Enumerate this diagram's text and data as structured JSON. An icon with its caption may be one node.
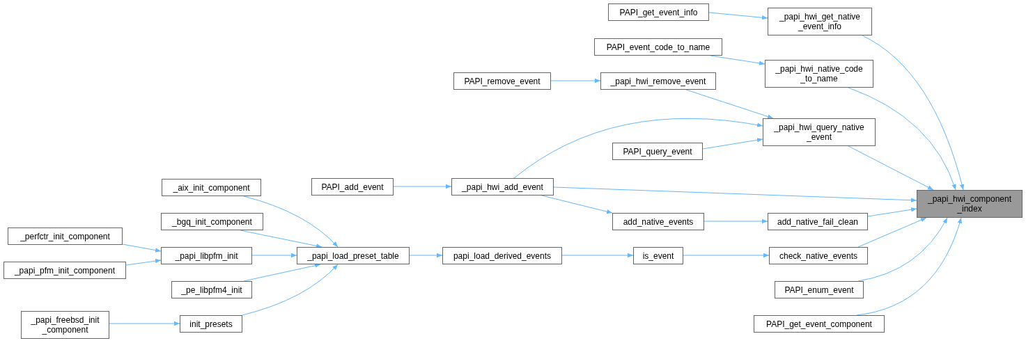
{
  "diagram": {
    "nodes": [
      {
        "text": [
          "_papi_hwi_component _index"
        ]
      },
      {
        "text": [
          "_papi_hwi_get_native _event_info"
        ]
      },
      {
        "text": [
          "_papi_hwi_native_code _to_name"
        ]
      },
      {
        "text": [
          "_papi_hwi_query_native _event"
        ]
      },
      {
        "text": [
          "_papi_hwi_add_event"
        ]
      },
      {
        "text": [
          "add_native_fail_clean"
        ]
      },
      {
        "text": [
          "check_native_events"
        ]
      },
      {
        "text": [
          "PAPI_enum_event"
        ]
      },
      {
        "text": [
          "PAPI_get_event_component"
        ]
      },
      {
        "text": [
          "PAPI_get_event_info"
        ]
      },
      {
        "text": [
          "PAPI_event_code_to_name"
        ]
      },
      {
        "text": [
          "_papi_hwi_remove_event"
        ]
      },
      {
        "text": [
          "PAPI_remove_event"
        ]
      },
      {
        "text": [
          "PAPI_query_event"
        ]
      },
      {
        "text": [
          "PAPI_add_event"
        ]
      },
      {
        "text": [
          "add_native_events"
        ]
      },
      {
        "text": [
          "is_event"
        ]
      },
      {
        "text": [
          "papi_load_derived_events"
        ]
      },
      {
        "text": [
          "_papi_load_preset_table"
        ]
      },
      {
        "text": [
          "_aix_init_component"
        ]
      },
      {
        "text": [
          "_bgq_init_component"
        ]
      },
      {
        "text": [
          "_papi_libpfm_init"
        ]
      },
      {
        "text": [
          "_pe_libpfm4_init"
        ]
      },
      {
        "text": [
          "init_presets"
        ]
      },
      {
        "text": [
          "_perfctr_init_component"
        ]
      },
      {
        "text": [
          "_papi_pfm_init_component"
        ]
      },
      {
        "text": [
          "_papi_freebsd_init _component"
        ]
      }
    ],
    "edges": [
      {
        "from": 1,
        "to": 0,
        "arrow": "to"
      },
      {
        "from": 2,
        "to": 0,
        "arrow": "to"
      },
      {
        "from": 3,
        "to": 0,
        "arrow": "to"
      },
      {
        "from": 4,
        "to": 0,
        "arrow": "to"
      },
      {
        "from": 5,
        "to": 0,
        "arrow": "to"
      },
      {
        "from": 6,
        "to": 0,
        "arrow": "to"
      },
      {
        "from": 7,
        "to": 0,
        "arrow": "to"
      },
      {
        "from": 8,
        "to": 0,
        "arrow": "to"
      },
      {
        "from": 9,
        "to": 1,
        "arrow": "to"
      },
      {
        "from": 10,
        "to": 2,
        "arrow": "to"
      },
      {
        "from": 11,
        "to": 3,
        "arrow": "to"
      },
      {
        "from": 4,
        "to": 3,
        "arrow": "to"
      },
      {
        "from": 13,
        "to": 3,
        "arrow": "to"
      },
      {
        "from": 12,
        "to": 11,
        "arrow": "to"
      },
      {
        "from": 14,
        "to": 4,
        "arrow": "to"
      },
      {
        "from": 4,
        "to": 15,
        "arrow": "to"
      },
      {
        "from": 15,
        "to": 5,
        "arrow": "to"
      },
      {
        "from": 16,
        "to": 6,
        "arrow": "to"
      },
      {
        "from": 17,
        "to": 16,
        "arrow": "to"
      },
      {
        "from": 18,
        "to": 17,
        "arrow": "to"
      },
      {
        "from": 19,
        "to": 18,
        "arrow": "to"
      },
      {
        "from": 20,
        "to": 18,
        "arrow": "to"
      },
      {
        "from": 21,
        "to": 18,
        "arrow": "to"
      },
      {
        "from": 22,
        "to": 18,
        "arrow": "to"
      },
      {
        "from": 23,
        "to": 18,
        "arrow": "to"
      },
      {
        "from": 24,
        "to": 21,
        "arrow": "to"
      },
      {
        "from": 25,
        "to": 21,
        "arrow": "to"
      },
      {
        "from": 26,
        "to": 23,
        "arrow": "to"
      }
    ]
  }
}
